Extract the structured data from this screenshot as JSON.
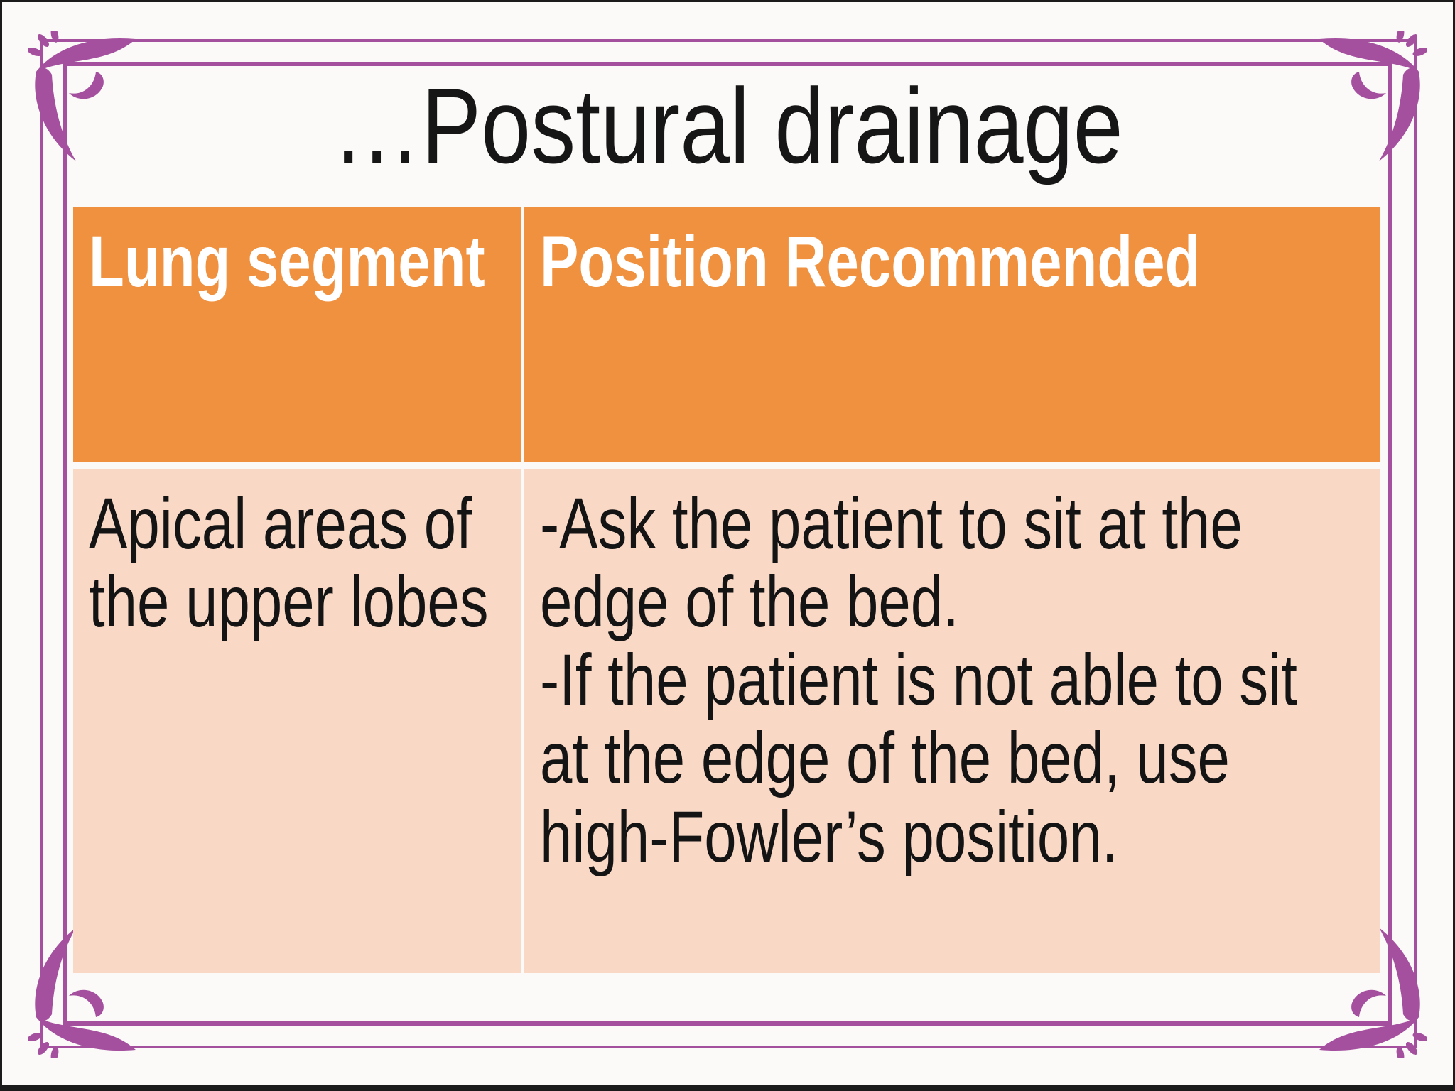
{
  "slide": {
    "title": "…Postural drainage",
    "frame": {
      "purple": "#A4509F",
      "edge_color": "#1b1b1b",
      "background": "#FBFAF8"
    },
    "table": {
      "header_bg": "#F0913F",
      "header_text_color": "#FFFFFF",
      "row_bg": "#F9D8C6",
      "columns": [
        {
          "label": "Lung segment"
        },
        {
          "label": "Position Recommended"
        }
      ],
      "rows": [
        {
          "lung_segment": "Apical areas of\nthe upper lobes",
          "position_recommended": "-Ask the patient to sit at the\nedge of the bed.\n-If the patient is not able to sit\nat the edge of the bed, use\nhigh-Fowler’s position."
        }
      ]
    }
  }
}
